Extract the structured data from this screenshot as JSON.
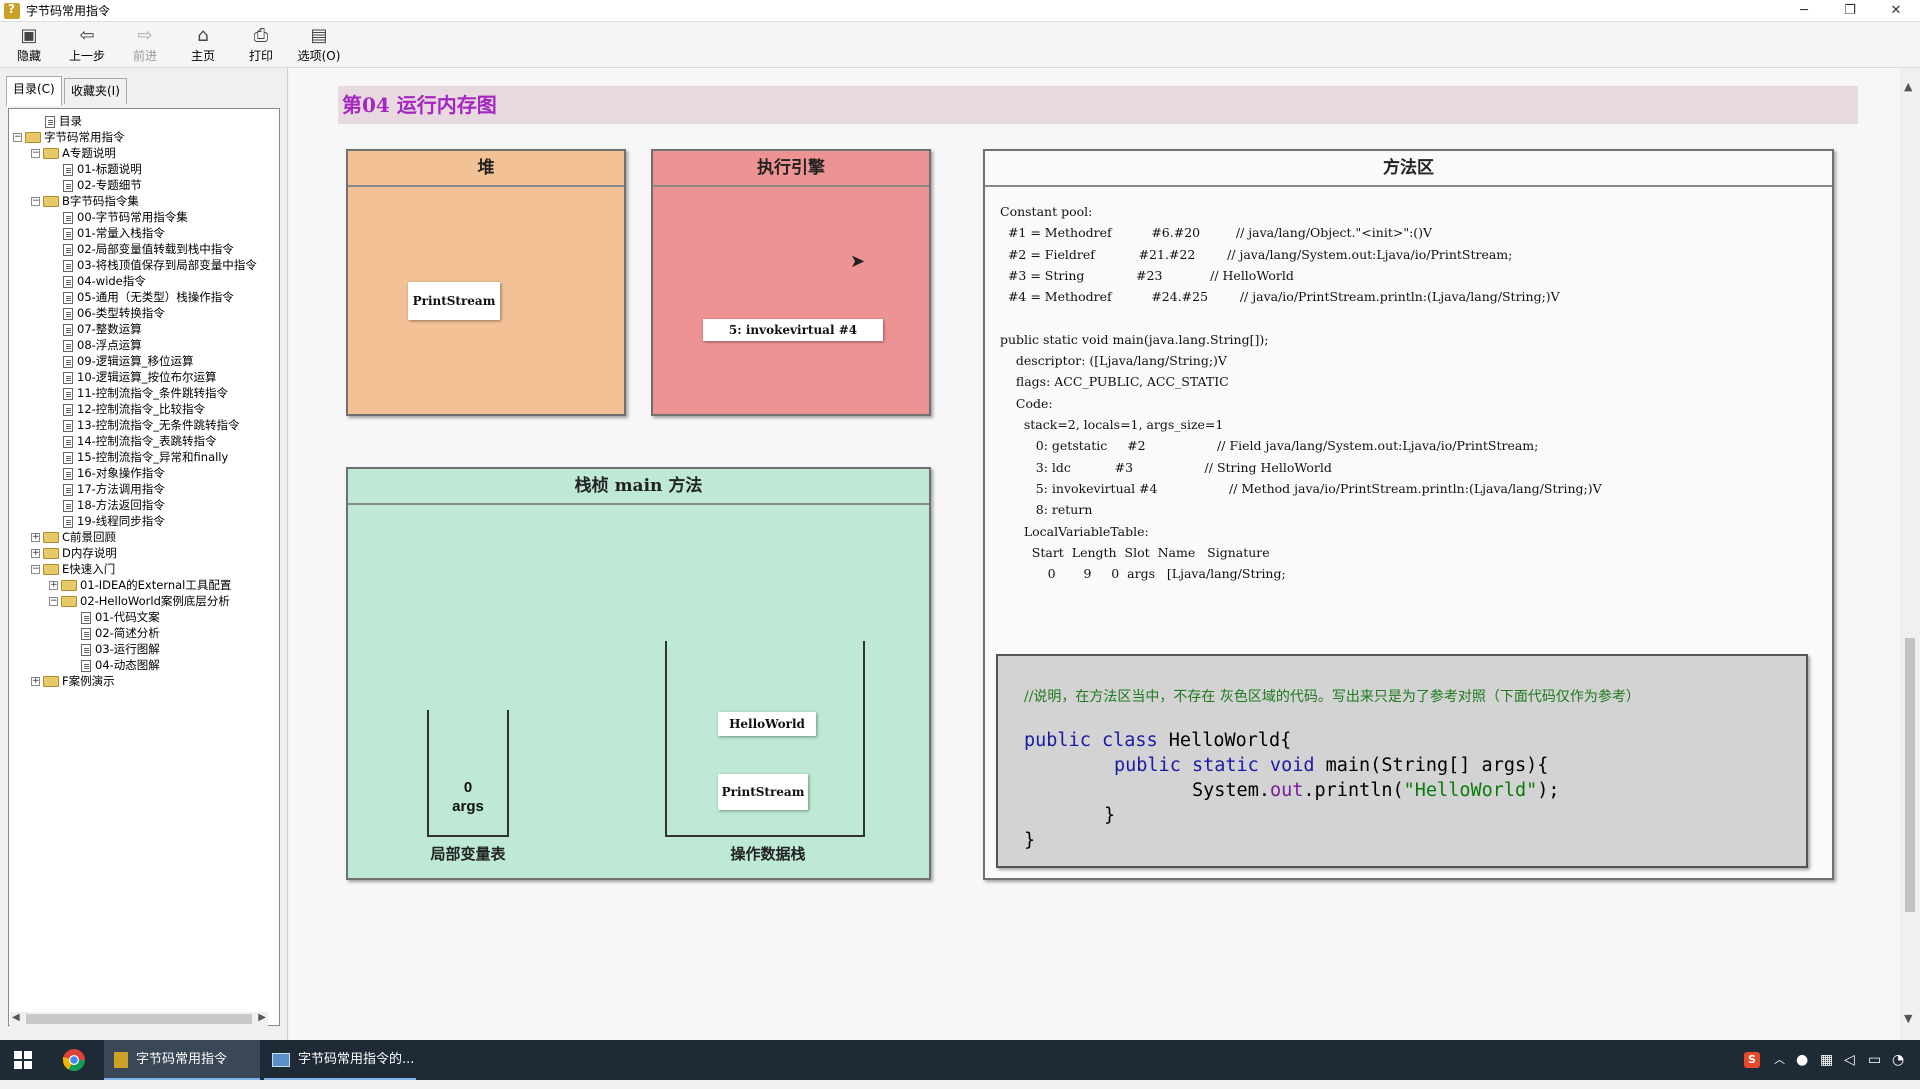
{
  "window": {
    "title": "字节码常用指令",
    "controls": [
      "─",
      "❐",
      "✕"
    ]
  },
  "toolbar": [
    {
      "label": "隐藏",
      "icon": "hide-icon",
      "glyph": "▣",
      "enabled": true
    },
    {
      "label": "上一步",
      "icon": "back-arrow-icon",
      "glyph": "⇦",
      "enabled": true
    },
    {
      "label": "前进",
      "icon": "forward-arrow-icon",
      "glyph": "⇨",
      "enabled": false
    },
    {
      "label": "主页",
      "icon": "home-icon",
      "glyph": "⌂",
      "enabled": true
    },
    {
      "label": "打印",
      "icon": "printer-icon",
      "glyph": "⎙",
      "enabled": true
    },
    {
      "label": "选项(O)",
      "icon": "options-icon",
      "glyph": "▤",
      "enabled": true
    }
  ],
  "sidebar": {
    "tabs": [
      "目录(C)",
      "收藏夹(I)"
    ],
    "tree": [
      {
        "level": 1,
        "kind": "doc",
        "label": "目录"
      },
      {
        "level": 0,
        "kind": "folder",
        "expander": "−",
        "label": "字节码常用指令"
      },
      {
        "level": 1,
        "kind": "folder",
        "expander": "−",
        "label": "A专题说明"
      },
      {
        "level": 2,
        "kind": "doc",
        "label": "01-标题说明"
      },
      {
        "level": 2,
        "kind": "doc",
        "label": "02-专题细节"
      },
      {
        "level": 1,
        "kind": "folder",
        "expander": "−",
        "label": "B字节码指令集"
      },
      {
        "level": 2,
        "kind": "doc",
        "label": "00-字节码常用指令集"
      },
      {
        "level": 2,
        "kind": "doc",
        "label": "01-常量入栈指令"
      },
      {
        "level": 2,
        "kind": "doc",
        "label": "02-局部变量值转载到栈中指令"
      },
      {
        "level": 2,
        "kind": "doc",
        "label": "03-将栈顶值保存到局部变量中指令"
      },
      {
        "level": 2,
        "kind": "doc",
        "label": "04-wide指令"
      },
      {
        "level": 2,
        "kind": "doc",
        "label": "05-通用（无类型）栈操作指令"
      },
      {
        "level": 2,
        "kind": "doc",
        "label": "06-类型转换指令"
      },
      {
        "level": 2,
        "kind": "doc",
        "label": "07-整数运算"
      },
      {
        "level": 2,
        "kind": "doc",
        "label": "08-浮点运算"
      },
      {
        "level": 2,
        "kind": "doc",
        "label": "09-逻辑运算_移位运算"
      },
      {
        "level": 2,
        "kind": "doc",
        "label": "10-逻辑运算_按位布尔运算"
      },
      {
        "level": 2,
        "kind": "doc",
        "label": "11-控制流指令_条件跳转指令"
      },
      {
        "level": 2,
        "kind": "doc",
        "label": "12-控制流指令_比较指令"
      },
      {
        "level": 2,
        "kind": "doc",
        "label": "13-控制流指令_无条件跳转指令"
      },
      {
        "level": 2,
        "kind": "doc",
        "label": "14-控制流指令_表跳转指令"
      },
      {
        "level": 2,
        "kind": "doc",
        "label": "15-控制流指令_异常和finally"
      },
      {
        "level": 2,
        "kind": "doc",
        "label": "16-对象操作指令"
      },
      {
        "level": 2,
        "kind": "doc",
        "label": "17-方法调用指令"
      },
      {
        "level": 2,
        "kind": "doc",
        "label": "18-方法返回指令"
      },
      {
        "level": 2,
        "kind": "doc",
        "label": "19-线程同步指令"
      },
      {
        "level": 1,
        "kind": "folder",
        "expander": "+",
        "label": "C前景回顾"
      },
      {
        "level": 1,
        "kind": "folder",
        "expander": "+",
        "label": "D内存说明"
      },
      {
        "level": 1,
        "kind": "folder",
        "expander": "−",
        "label": "E快速入门"
      },
      {
        "level": 2,
        "kind": "folder",
        "expander": "+",
        "label": "01-IDEA的External工具配置"
      },
      {
        "level": 2,
        "kind": "folder",
        "expander": "−",
        "label": "02-HelloWorld案例底层分析"
      },
      {
        "level": 3,
        "kind": "doc",
        "label": "01-代码文案"
      },
      {
        "level": 3,
        "kind": "doc",
        "label": "02-简述分析"
      },
      {
        "level": 3,
        "kind": "doc",
        "label": "03-运行图解"
      },
      {
        "level": 3,
        "kind": "doc",
        "label": "04-动态图解"
      },
      {
        "level": 1,
        "kind": "folder",
        "expander": "+",
        "label": "F案例演示"
      }
    ]
  },
  "page": {
    "heading": "第04 运行内存图",
    "heap": {
      "title": "堆",
      "item": "PrintStream",
      "color": "#f2c196"
    },
    "engine": {
      "title": "执行引擎",
      "item": "5: invokevirtual #4",
      "color": "#ee9393"
    },
    "stack": {
      "title": "栈桢 main 方法",
      "color": "#bde9d5",
      "local_vars_label": "局部变量表",
      "local_slot_index": "0",
      "local_slot_name": "args",
      "operand_label": "操作数据栈",
      "operand_items": [
        "HelloWorld",
        "PrintStream"
      ]
    },
    "method_area": {
      "title": "方法区",
      "code_lines": [
        "Constant pool:",
        "  #1 = Methodref          #6.#20         // java/lang/Object.\"<init>\":()V",
        "  #2 = Fieldref           #21.#22        // java/lang/System.out:Ljava/io/PrintStream;",
        "  #3 = String             #23            // HelloWorld",
        "  #4 = Methodref          #24.#25        // java/io/PrintStream.println:(Ljava/lang/String;)V",
        "",
        "public static void main(java.lang.String[]);",
        "    descriptor: ([Ljava/lang/String;)V",
        "    flags: ACC_PUBLIC, ACC_STATIC",
        "    Code:",
        "      stack=2, locals=1, args_size=1",
        "         0: getstatic     #2                  // Field java/lang/System.out:Ljava/io/PrintStream;",
        "         3: ldc           #3                  // String HelloWorld",
        "         5: invokevirtual #4                  // Method java/io/PrintStream.println:(Ljava/lang/String;)V",
        "         8: return",
        "      LocalVariableTable:",
        "        Start  Length  Slot  Name   Signature",
        "            0       9     0  args   [Ljava/lang/String;"
      ],
      "note": "//说明，在方法区当中，不存在 灰色区域的代码。写出来只是为了参考对照（下面代码仅作为参考）",
      "java": {
        "l1_kw": "public class ",
        "l1_rest": "HelloWorld{",
        "l2_kw": "public static void ",
        "l2_rest": "main(String[] args){",
        "l3_a": "System.",
        "l3_field": "out",
        "l3_b": ".println(",
        "l3_str": "\"HelloWorld\"",
        "l3_c": ");",
        "l4": "}",
        "l5": "}"
      }
    }
  },
  "taskbar": {
    "items": [
      "字节码常用指令",
      "字节码常用指令的..."
    ]
  }
}
